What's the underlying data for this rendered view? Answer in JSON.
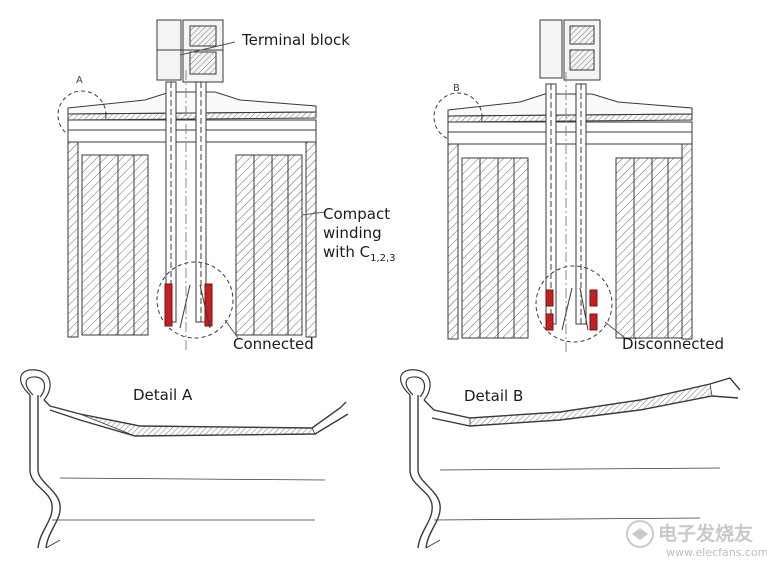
{
  "labels": {
    "terminal_block": "Terminal block",
    "compact_line1": "Compact",
    "compact_line2": "winding",
    "compact_line3": "with C",
    "compact_sub": "1,2,3",
    "connected": "Connected",
    "disconnected": "Disconnected",
    "detail_a": "Detail A",
    "detail_b": "Detail B",
    "marker_a": "A",
    "marker_b": "B"
  },
  "watermark": {
    "cn": "电子发烧友",
    "url": "www.elecfans.com"
  },
  "colors": {
    "line": "#3a3a3a",
    "hatch": "#6a6a6a",
    "highlight": "#cc2222",
    "background": "#ffffff"
  }
}
